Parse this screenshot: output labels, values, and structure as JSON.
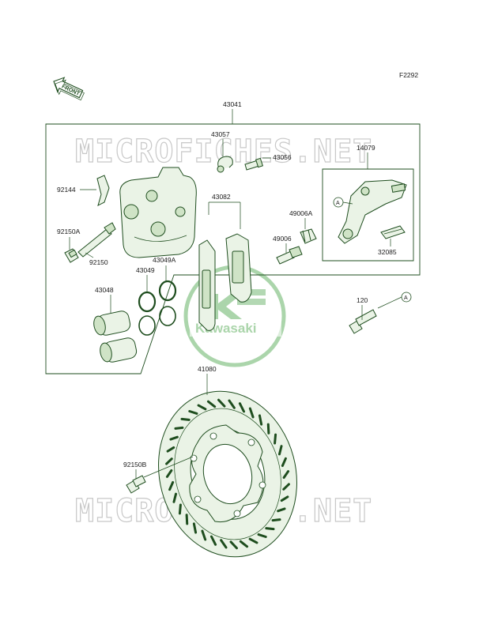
{
  "figure_code": "F2292",
  "front_label": "FRONT",
  "watermark_text": "MICROFICHES.NET",
  "logo_text": "Kawasaki",
  "colors": {
    "line": "#1e4d1e",
    "fill": "#eaf3e6",
    "logo": "#8fc78f",
    "watermark": "#c8c8c8"
  },
  "parts": {
    "p43041": "43041",
    "p43057": "43057",
    "p43056": "43056",
    "p14079": "14079",
    "p92144": "92144",
    "p43082": "43082",
    "p49006A": "49006A",
    "p49006": "49006",
    "p32085": "32085",
    "p92150A": "92150A",
    "p92150": "92150",
    "p43049A": "43049A",
    "p43049": "43049",
    "p43048": "43048",
    "p120": "120",
    "p41080": "41080",
    "p92150B": "92150B"
  },
  "callout_marker": "A"
}
